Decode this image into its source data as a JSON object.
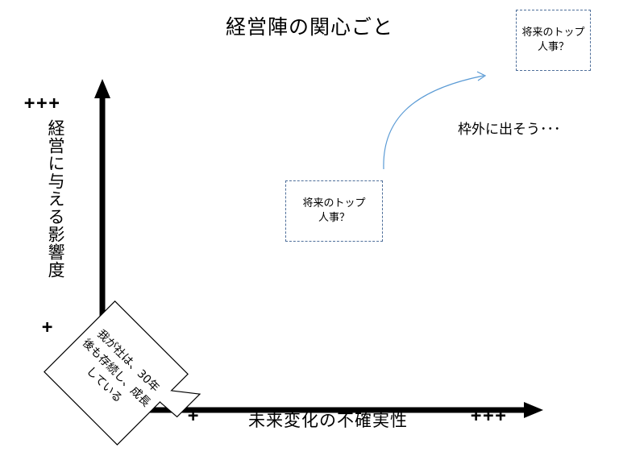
{
  "title": "経営陣の関心ごと",
  "axes": {
    "y_label": "経営に与える影響度",
    "y_high": "+++",
    "y_low": "+",
    "x_label": "未来変化の不確実性",
    "x_low": "+",
    "x_high": "+++"
  },
  "boxes": {
    "top": {
      "line1": "将来のトップ",
      "line2": "人事？"
    },
    "middle": {
      "line1": "将来のトップ",
      "line2": "人事？"
    }
  },
  "note": "枠外に出そう･･･",
  "callout": {
    "line1": "我が社は、30年",
    "line2": "後も存続し、成長",
    "line3": "している"
  },
  "colors": {
    "axis": "#000000",
    "box_border": "#4f6f9a",
    "curve_arrow": "#5b9bd5"
  }
}
